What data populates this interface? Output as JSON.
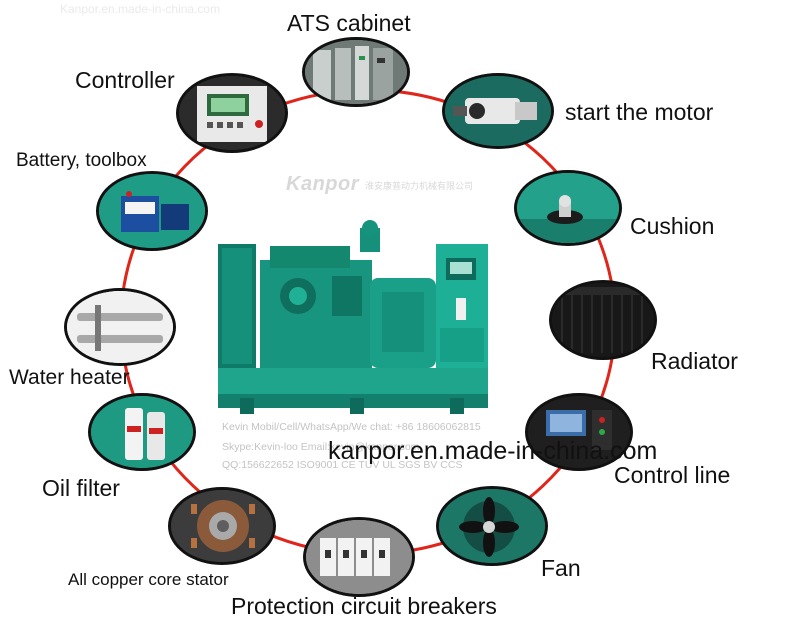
{
  "watermarks": {
    "top": "Kanpor.en.made-in-china.com",
    "logo_brand": "Kanpor",
    "logo_cn": "淮安康普动力机械有限公司",
    "contact_lines": [
      "Kevin  Mobil/Cell/WhatsApp/We chat: +86 18606062815",
      "Skype:Kevin-loo  Email:kevin@kanpor.com",
      "QQ:156622652 ISO9001 CE TUV UL SGS BV CCS"
    ],
    "website": "kanpor.en.made-in-china.com"
  },
  "components": [
    {
      "label": "ATS cabinet",
      "icon": "ats-cabinet-photo"
    },
    {
      "label": "start the motor",
      "icon": "starter-motor-photo"
    },
    {
      "label": "Cushion",
      "icon": "cushion-photo"
    },
    {
      "label": "Radiator",
      "icon": "radiator-photo"
    },
    {
      "label": "Control line",
      "icon": "control-line-photo"
    },
    {
      "label": "Fan",
      "icon": "fan-photo"
    },
    {
      "label": "Protection circuit breakers",
      "icon": "circuit-breaker-photo"
    },
    {
      "label": "All copper core stator",
      "icon": "stator-photo"
    },
    {
      "label": "Oil filter",
      "icon": "oil-filter-photo"
    },
    {
      "label": "Water heater",
      "icon": "water-heater-photo"
    },
    {
      "label": "Battery, toolbox",
      "icon": "battery-toolbox-photo"
    },
    {
      "label": "Controller",
      "icon": "controller-photo"
    }
  ],
  "colors": {
    "ring": "#e0251b",
    "generator": "#1fa58c",
    "generator_dark": "#0e6b5b"
  }
}
